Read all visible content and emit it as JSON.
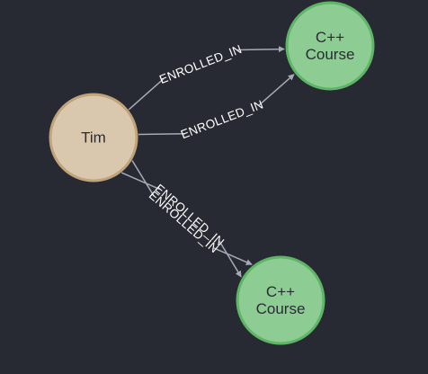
{
  "colors": {
    "background": "#282a33",
    "edge": "#a5abb6",
    "edge_label": "#ffffff",
    "person_fill": "#d9c8ae",
    "person_stroke": "#c0a378",
    "course_fill": "#8dcc93",
    "course_stroke": "#5db665",
    "node_text": "#2a2c34"
  },
  "nodes": [
    {
      "id": "tim",
      "label_lines": [
        "Tim"
      ],
      "kind": "person"
    },
    {
      "id": "course1",
      "label_lines": [
        "C++",
        "Course"
      ],
      "kind": "course"
    },
    {
      "id": "course2",
      "label_lines": [
        "C++",
        "Course"
      ],
      "kind": "course"
    }
  ],
  "edges": [
    {
      "from": "tim",
      "to": "course1",
      "label": "ENROLLED_IN"
    },
    {
      "from": "tim",
      "to": "course1",
      "label": "ENROLLED_IN"
    },
    {
      "from": "tim",
      "to": "course2",
      "label": "ENROLLED_IN"
    },
    {
      "from": "tim",
      "to": "course2",
      "label": "ENROLLED_IN"
    }
  ]
}
